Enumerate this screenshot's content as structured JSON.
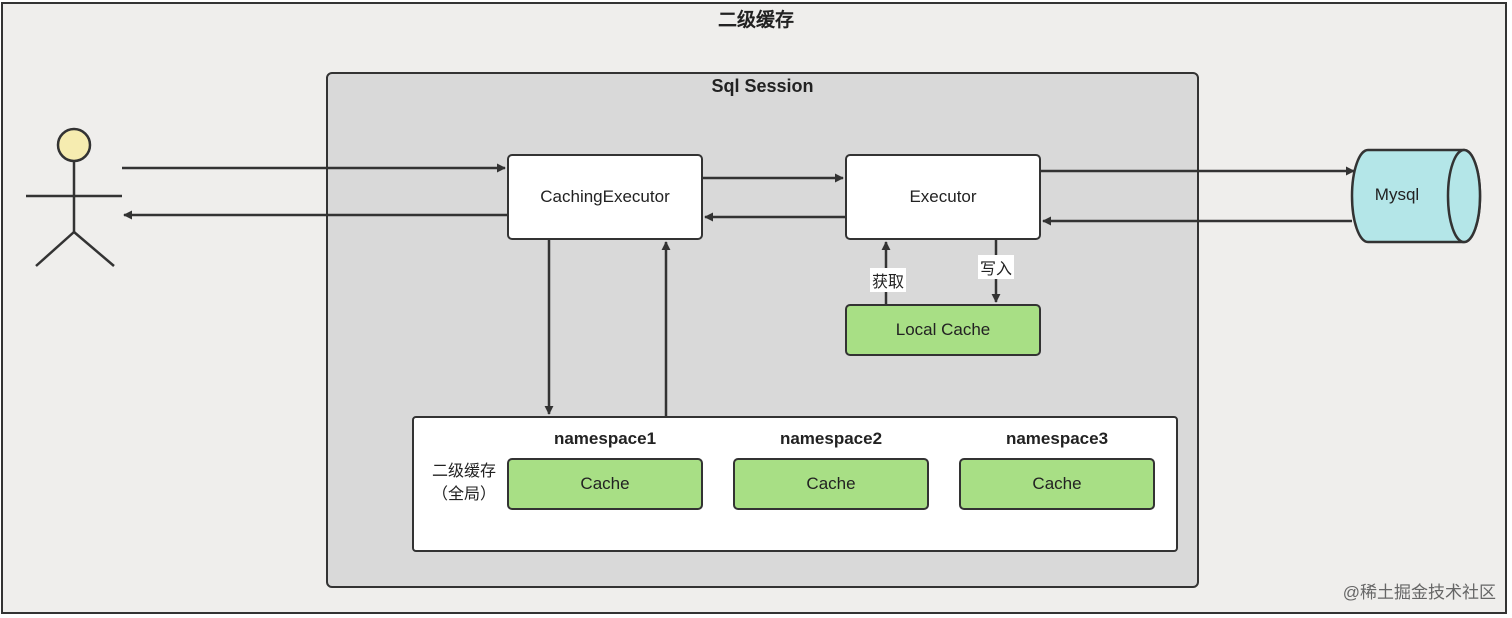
{
  "title": "二级缓存",
  "session": {
    "title": "Sql Session"
  },
  "nodes": {
    "caching_executor": "CachingExecutor",
    "executor": "Executor",
    "local_cache": "Local Cache",
    "mysql": "Mysql"
  },
  "second_level_cache": {
    "label_line1": "二级缓存",
    "label_line2": "（全局）",
    "namespaces": [
      {
        "title": "namespace1",
        "cache": "Cache"
      },
      {
        "title": "namespace2",
        "cache": "Cache"
      },
      {
        "title": "namespace3",
        "cache": "Cache"
      }
    ]
  },
  "edge_labels": {
    "get": "获取",
    "write": "写入"
  },
  "watermark": "@稀土掘金技术社区",
  "colors": {
    "outer_bg": "#efeeec",
    "session_bg": "#d9d9d9",
    "node_bg": "#ffffff",
    "cache_green": "#a8df85",
    "db_cyan": "#b4e6e8",
    "actor_head": "#f6ecb0"
  },
  "icons": {
    "actor": "stick-figure-user-icon",
    "database": "cylinder-database-icon"
  }
}
